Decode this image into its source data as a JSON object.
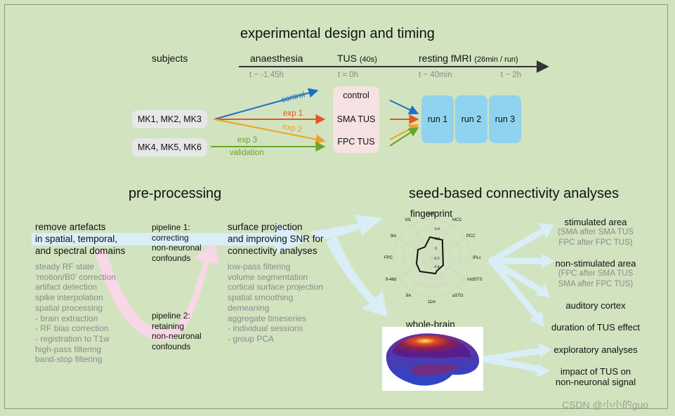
{
  "title": "experimental design and timing",
  "timeline": {
    "subjects": "subjects",
    "anaesthesia": "anaesthesia",
    "tus": "TUS",
    "tus_note": "(40s)",
    "rest": "resting fMRI",
    "rest_note": "(26min / run)",
    "t1": "t ~ -1.45h",
    "t2": "t = 0h",
    "t3": "t ~ 40min",
    "t4": "t ~ 2h"
  },
  "groups": {
    "g1": "MK1, MK2, MK3",
    "g2": "MK4, MK5, MK6"
  },
  "conditions": {
    "control": "control",
    "exp1": "exp 1",
    "exp2": "exp 2",
    "exp3": "exp 3",
    "validation": "validation"
  },
  "tus_box": {
    "control": "control",
    "sma": "SMA TUS",
    "fpc": "FPC TUS"
  },
  "runs": [
    "run 1",
    "run 2",
    "run 3"
  ],
  "preprocessing": {
    "title": "pre-processing",
    "block1": [
      "remove artefacts",
      "in spatial, temporal,",
      "and spectral domains"
    ],
    "list1": [
      "steady RF state",
      "‘motion/B0’ correction",
      "artifact detection",
      "spike interpolation",
      "spatial processing",
      "- brain extraction",
      "- RF bias correction",
      "- registration to T1w",
      "high-pass filtering",
      "band-stop filtering"
    ],
    "pipe1": [
      "pipeline 1:",
      "correcting",
      "non-neuronal",
      "confounds"
    ],
    "pipe2": [
      "pipeline 2:",
      "retaining",
      "non-neuronal",
      "confounds"
    ],
    "block2": [
      "surface projection",
      "and improving SNR for",
      "connectivity analyses"
    ],
    "list2": [
      "low-pass filtering",
      "volume segmentation",
      "cortical surface projection",
      "spatial smoothing",
      "demeaning",
      "aggregate timeseries",
      "- individual sessions",
      "- group PCA"
    ]
  },
  "seed": {
    "title": "seed-based connectivity analyses",
    "fingerprint": "fingerprint",
    "wholebrain": "whole-brain",
    "radar_labels": [
      "SPL",
      "MCC",
      "PCC",
      "IPLc",
      "midSTS",
      "aSTG",
      "11m",
      "8A",
      "9-46d",
      "FPC",
      "9m",
      "M1"
    ],
    "radar_ticks": [
      "0.4",
      "0.2",
      "0",
      "-0.2",
      "-0.4"
    ],
    "stimulated": "stimulated area",
    "stim_sub": [
      "(SMA after SMA TUS",
      "FPC after FPC TUS)"
    ],
    "nonstim": "non-stimulated area",
    "nonstim_sub": [
      "(FPC after SMA TUS",
      "SMA after FPC TUS)"
    ],
    "auditory": "auditory cortex",
    "duration": "duration of TUS effect",
    "exploratory": "exploratory analyses",
    "impact": [
      "impact of TUS on",
      "non-neuronal signal"
    ]
  },
  "watermark": "CSDN @小小的guo",
  "colors": {
    "control": "#1f6fc0",
    "exp1": "#e2571e",
    "exp2": "#f0a21e",
    "exp3": "#6aa52a",
    "run": "#8fd3ef",
    "tus_box": "#f6e2e2",
    "flow_blue": "#d9eef7",
    "flow_pink": "#f8d7e6",
    "bg": "#d2e3c0"
  }
}
